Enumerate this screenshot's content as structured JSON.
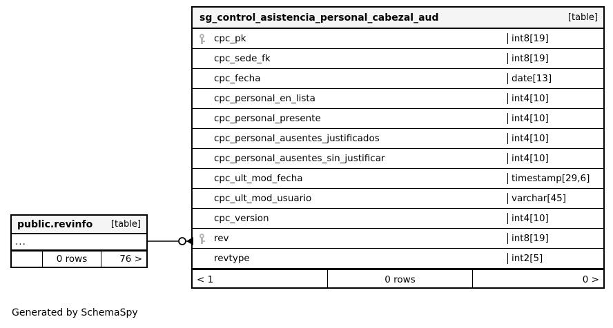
{
  "diagram": {
    "generator_text": "Generated by SchemaSpy",
    "table_tag": "[table]"
  },
  "main_table": {
    "name": "sg_control_asistencia_personal_cabezal_aud",
    "tag": "[table]",
    "columns": [
      {
        "name": "cpc_pk",
        "type": "int8[19]",
        "primary_key": true
      },
      {
        "name": "cpc_sede_fk",
        "type": "int8[19]",
        "primary_key": false
      },
      {
        "name": "cpc_fecha",
        "type": "date[13]",
        "primary_key": false
      },
      {
        "name": "cpc_personal_en_lista",
        "type": "int4[10]",
        "primary_key": false
      },
      {
        "name": "cpc_personal_presente",
        "type": "int4[10]",
        "primary_key": false
      },
      {
        "name": "cpc_personal_ausentes_justificados",
        "type": "int4[10]",
        "primary_key": false
      },
      {
        "name": "cpc_personal_ausentes_sin_justificar",
        "type": "int4[10]",
        "primary_key": false
      },
      {
        "name": "cpc_ult_mod_fecha",
        "type": "timestamp[29,6]",
        "primary_key": false
      },
      {
        "name": "cpc_ult_mod_usuario",
        "type": "varchar[45]",
        "primary_key": false
      },
      {
        "name": "cpc_version",
        "type": "int4[10]",
        "primary_key": false
      },
      {
        "name": "rev",
        "type": "int8[19]",
        "primary_key": true
      },
      {
        "name": "revtype",
        "type": "int2[5]",
        "primary_key": false
      }
    ],
    "footer": {
      "left": "< 1",
      "middle": "0 rows",
      "right": "0 >"
    }
  },
  "related_table": {
    "name": "public.revinfo",
    "tag": "[table]",
    "ellipsis": "...",
    "footer": {
      "left": "",
      "middle": "0 rows",
      "right": "76 >"
    }
  },
  "colors": {
    "header_background": "#f5f5f5",
    "border": "#000000",
    "key_icon": "#b5b5b5",
    "page_background": "#ffffff"
  }
}
